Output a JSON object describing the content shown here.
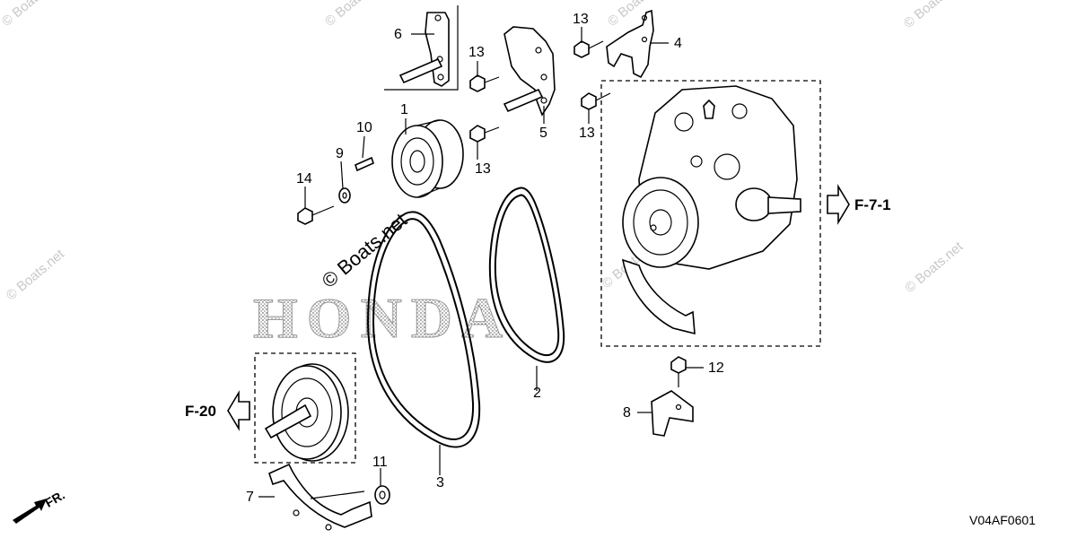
{
  "diagram": {
    "brand_watermark": "HONDA",
    "drawing_code": "V04AF0601",
    "watermark_main": "© Boats.net",
    "watermark_corner": "© Boats.net",
    "direction_marker": "FR.",
    "refs": {
      "right": "F-7-1",
      "left": "F-20"
    },
    "callouts": {
      "c1": "1",
      "c2": "2",
      "c3": "3",
      "c4": "4",
      "c5": "5",
      "c6": "6",
      "c7": "7",
      "c8": "8",
      "c9": "9",
      "c10": "10",
      "c11": "11",
      "c12": "12",
      "c13a": "13",
      "c13b": "13",
      "c13c": "13",
      "c13d": "13",
      "c14": "14"
    }
  }
}
